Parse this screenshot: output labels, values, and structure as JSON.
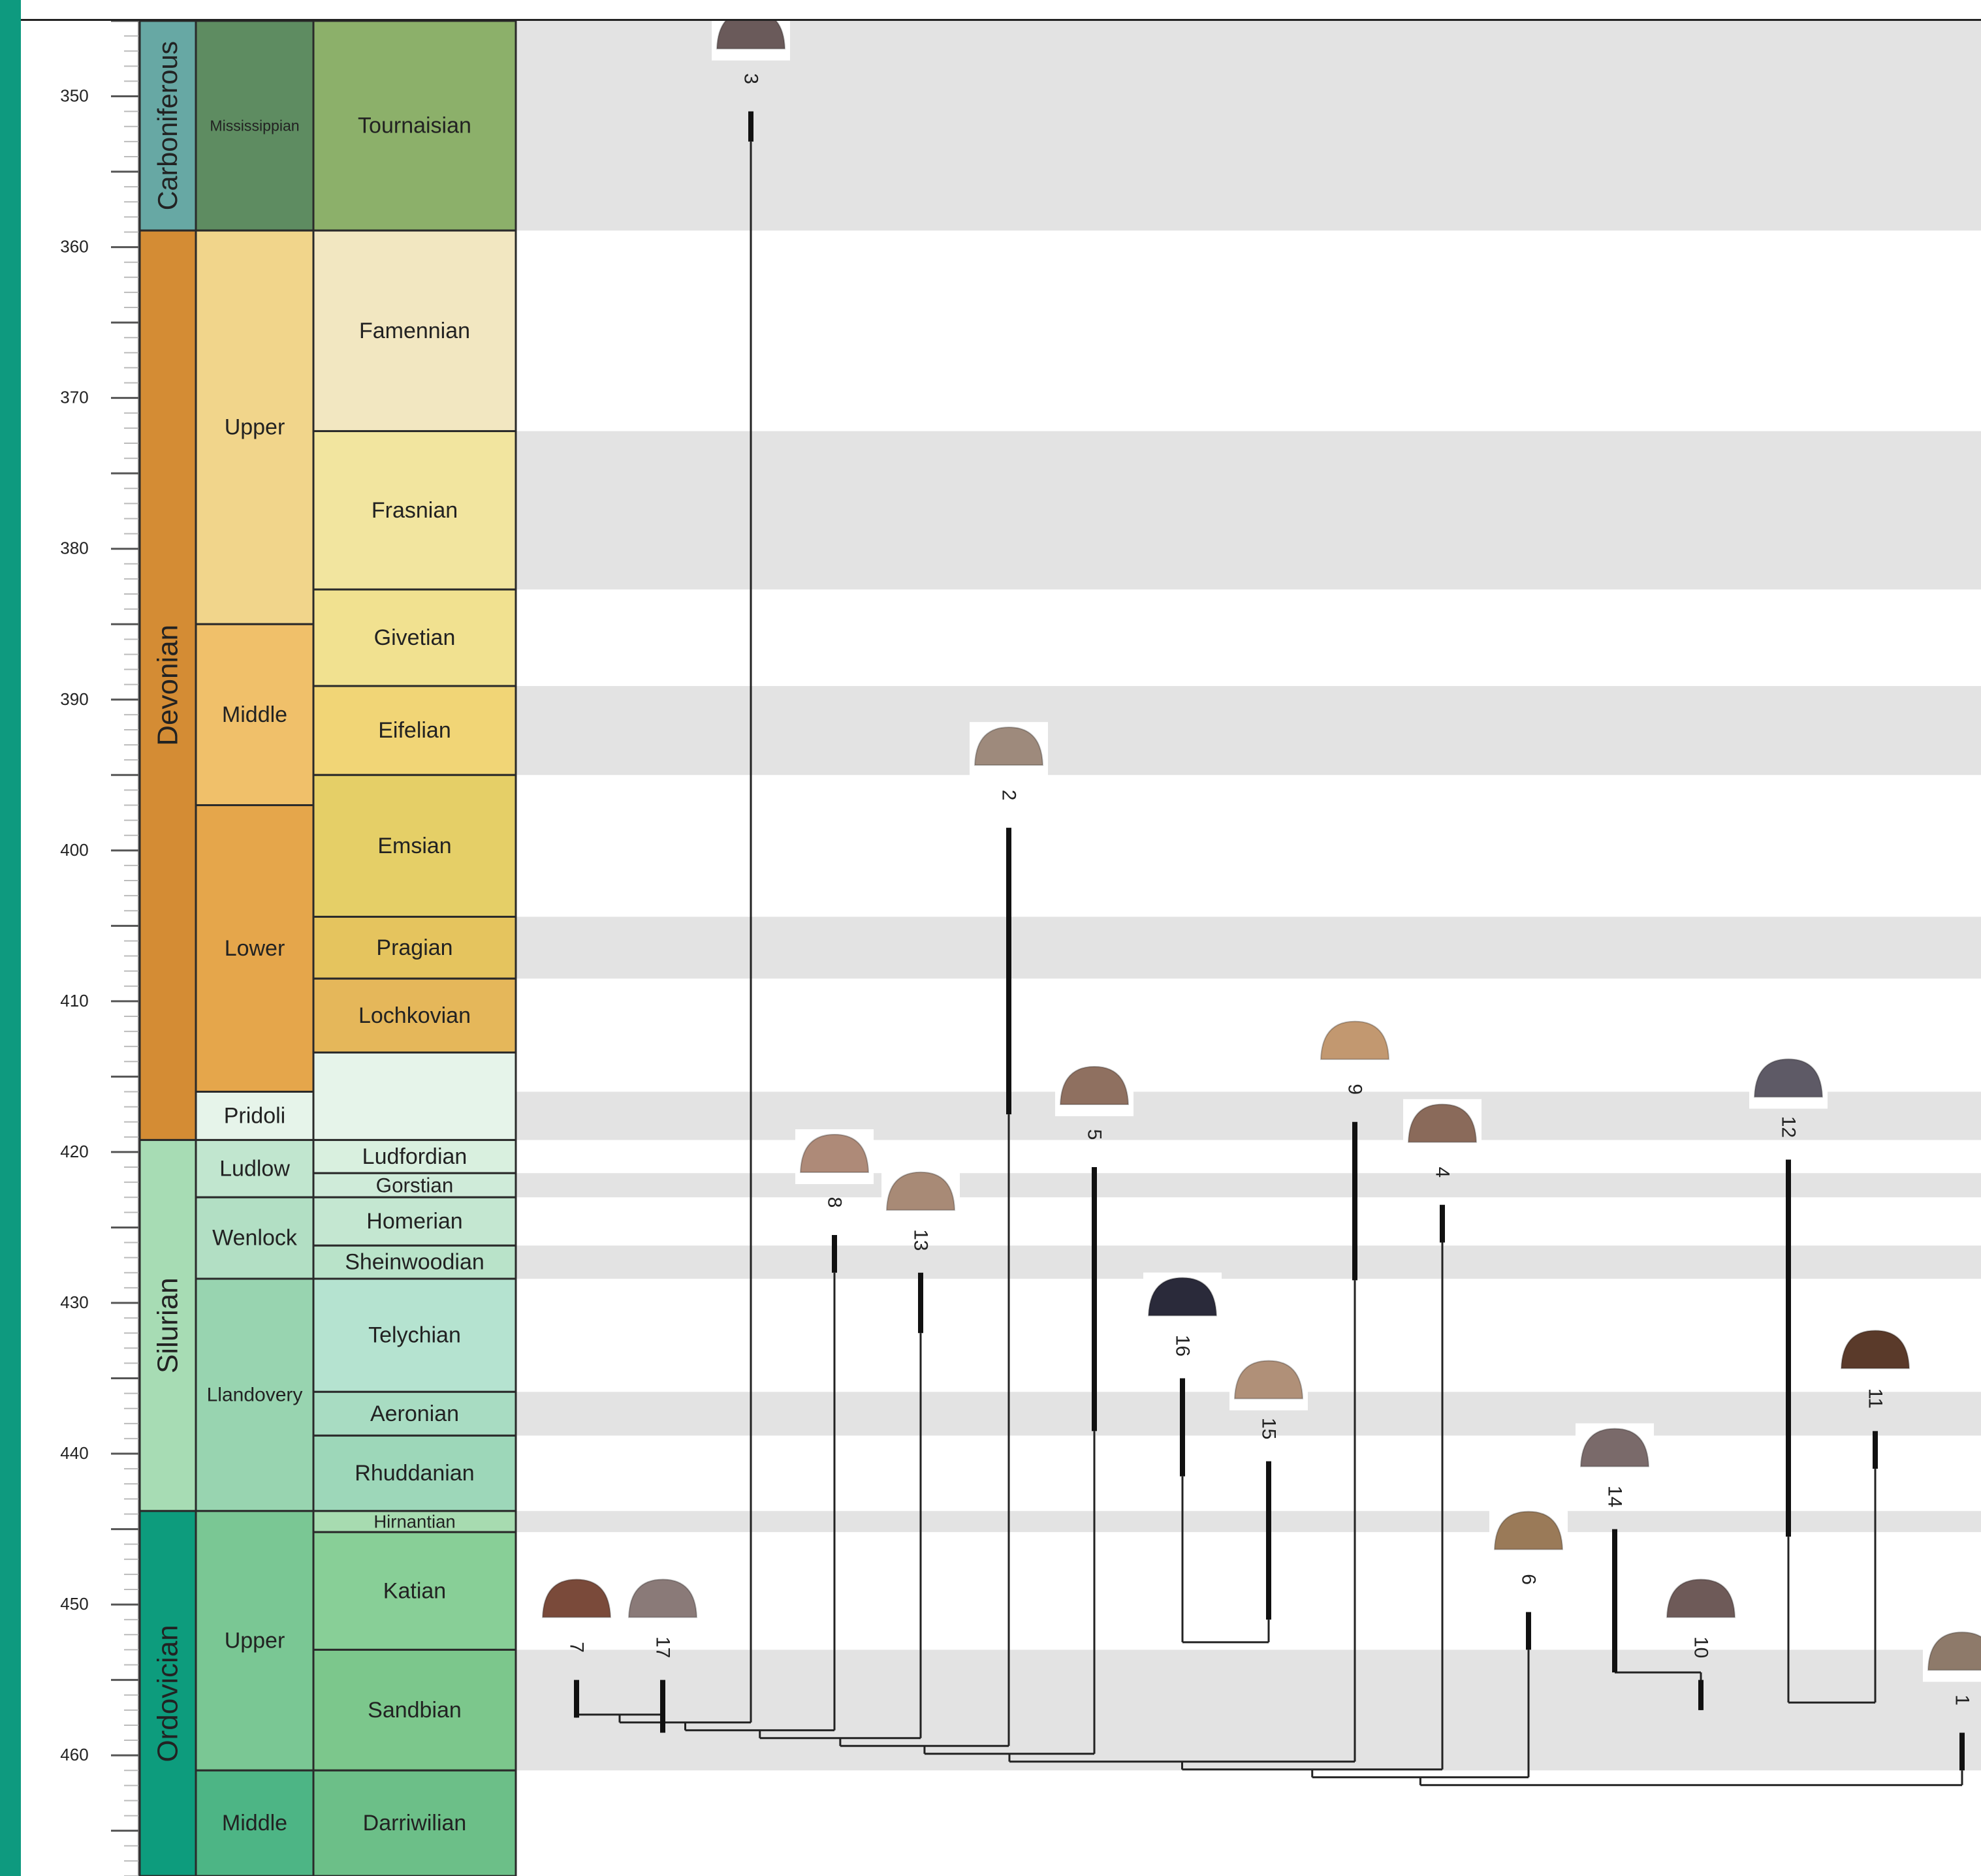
{
  "chart_data": {
    "type": "diagram",
    "axis": {
      "ylim": [
        345,
        468
      ],
      "tick_labels": [
        "350",
        "360",
        "370",
        "380",
        "390",
        "400",
        "410",
        "420",
        "430",
        "440",
        "450",
        "460"
      ],
      "tick_values": [
        350,
        360,
        370,
        380,
        390,
        400,
        410,
        420,
        430,
        440,
        450,
        460
      ],
      "minor_tick_step": 1
    },
    "periods": [
      {
        "name": "Carboniferous",
        "start": 345.0,
        "end": 358.9,
        "color": "#67a8a4"
      },
      {
        "name": "Devonian",
        "start": 358.9,
        "end": 419.2,
        "color": "#d48c34"
      },
      {
        "name": "Silurian",
        "start": 419.2,
        "end": 443.8,
        "color": "#a7dcb4"
      },
      {
        "name": "Ordovician",
        "start": 443.8,
        "end": 468.0,
        "color": "#0d9c7d"
      }
    ],
    "epochs": [
      {
        "name": "Mississippian",
        "start": 345.0,
        "end": 358.9,
        "color": "#5e8c61"
      },
      {
        "name": "Upper",
        "start": 358.9,
        "end": 385.0,
        "color": "#f1d58b"
      },
      {
        "name": "Middle",
        "start": 385.0,
        "end": 397.0,
        "color": "#f0c06a"
      },
      {
        "name": "Lower",
        "start": 397.0,
        "end": 416.0,
        "color": "#e5a64b"
      },
      {
        "name": "Pridoli",
        "start": 416.0,
        "end": 419.2,
        "color": "#e6f4ea"
      },
      {
        "name": "Ludlow",
        "start": 419.2,
        "end": 423.0,
        "color": "#c1e6cf"
      },
      {
        "name": "Wenlock",
        "start": 423.0,
        "end": 428.4,
        "color": "#b2dfc4"
      },
      {
        "name": "Llandovery",
        "start": 428.4,
        "end": 443.8,
        "color": "#98d4b0"
      },
      {
        "name": "Upper",
        "start": 443.8,
        "end": 461.0,
        "color": "#7ac794"
      },
      {
        "name": "Middle",
        "start": 461.0,
        "end": 468.0,
        "color": "#4db585"
      }
    ],
    "stages": [
      {
        "name": "Tournaisian",
        "start": 345.0,
        "end": 358.9,
        "color": "#8cb06a"
      },
      {
        "name": "Famennian",
        "start": 358.9,
        "end": 372.2,
        "color": "#f2e7c1"
      },
      {
        "name": "Frasnian",
        "start": 372.2,
        "end": 382.7,
        "color": "#f2e59f"
      },
      {
        "name": "Givetian",
        "start": 382.7,
        "end": 389.1,
        "color": "#f1e190"
      },
      {
        "name": "Eifelian",
        "start": 389.1,
        "end": 395.0,
        "color": "#f1d576"
      },
      {
        "name": "Emsian",
        "start": 395.0,
        "end": 404.4,
        "color": "#e5cf67"
      },
      {
        "name": "Pragian",
        "start": 404.4,
        "end": 408.5,
        "color": "#e5c45e"
      },
      {
        "name": "Lochkovian",
        "start": 408.5,
        "end": 413.4,
        "color": "#e5b75a"
      },
      {
        "name": "",
        "start": 413.4,
        "end": 419.2,
        "color": "#e6f4ea"
      },
      {
        "name": "Ludfordian",
        "start": 419.2,
        "end": 421.4,
        "color": "#d9f0df"
      },
      {
        "name": "Gorstian",
        "start": 421.4,
        "end": 423.0,
        "color": "#cfebd9"
      },
      {
        "name": "Homerian",
        "start": 423.0,
        "end": 426.2,
        "color": "#c4e7d1"
      },
      {
        "name": "Sheinwoodian",
        "start": 426.2,
        "end": 428.4,
        "color": "#b9e3c9"
      },
      {
        "name": "Telychian",
        "start": 428.4,
        "end": 435.9,
        "color": "#b5e3d0"
      },
      {
        "name": "Aeronian",
        "start": 435.9,
        "end": 438.8,
        "color": "#a8dcc2"
      },
      {
        "name": "Rhuddanian",
        "start": 438.8,
        "end": 443.8,
        "color": "#9dd7b9"
      },
      {
        "name": "Hirnantian",
        "start": 443.8,
        "end": 445.2,
        "color": "#a7dbb0"
      },
      {
        "name": "Katian",
        "start": 445.2,
        "end": 453.0,
        "color": "#88cf97"
      },
      {
        "name": "Sandbian",
        "start": 453.0,
        "end": 461.0,
        "color": "#7cc78c"
      },
      {
        "name": "Darriwilian",
        "start": 461.0,
        "end": 468.0,
        "color": "#6cbf88"
      }
    ],
    "shaded_bands": [
      [
        345.0,
        358.9
      ],
      [
        372.2,
        382.7
      ],
      [
        389.1,
        395.0
      ],
      [
        404.4,
        408.5
      ],
      [
        416.0,
        419.2
      ],
      [
        421.4,
        423.0
      ],
      [
        426.2,
        428.4
      ],
      [
        435.9,
        438.8
      ],
      [
        443.8,
        445.2
      ],
      [
        453.0,
        461.0
      ]
    ],
    "taxa": [
      {
        "label": "1",
        "first": 458.5,
        "last": 461.0,
        "color": "#8e7a6a"
      },
      {
        "label": "2",
        "first": 398.5,
        "last": 417.5,
        "color": "#9e8a7c"
      },
      {
        "label": "3",
        "first": 351.0,
        "last": 353.0,
        "color": "#6a5a5a"
      },
      {
        "label": "4",
        "first": 423.5,
        "last": 426.0,
        "color": "#8a6a5a"
      },
      {
        "label": "5",
        "first": 421.0,
        "last": 438.5,
        "color": "#8f7060"
      },
      {
        "label": "6",
        "first": 450.5,
        "last": 453.0,
        "color": "#9a7a58"
      },
      {
        "label": "7",
        "first": 455.0,
        "last": 457.5,
        "color": "#7a4a3a"
      },
      {
        "label": "8",
        "first": 425.5,
        "last": 428.0,
        "color": "#ae8a78"
      },
      {
        "label": "9",
        "first": 418.0,
        "last": 428.5,
        "color": "#c29870"
      },
      {
        "label": "10",
        "first": 455.0,
        "last": 457.0,
        "color": "#6e5a58"
      },
      {
        "label": "11",
        "first": 438.5,
        "last": 441.0,
        "color": "#5a3a2a"
      },
      {
        "label": "12",
        "first": 420.5,
        "last": 445.5,
        "color": "#5e5a66"
      },
      {
        "label": "13",
        "first": 428.0,
        "last": 432.0,
        "color": "#a88a76"
      },
      {
        "label": "14",
        "first": 445.0,
        "last": 454.5,
        "color": "#7a6a6a"
      },
      {
        "label": "15",
        "first": 440.5,
        "last": 451.0,
        "color": "#b09078"
      },
      {
        "label": "16",
        "first": 435.0,
        "last": 441.5,
        "color": "#2a2a3a"
      },
      {
        "label": "17",
        "first": 455.0,
        "last": 458.5,
        "color": "#8a7a78"
      }
    ]
  }
}
